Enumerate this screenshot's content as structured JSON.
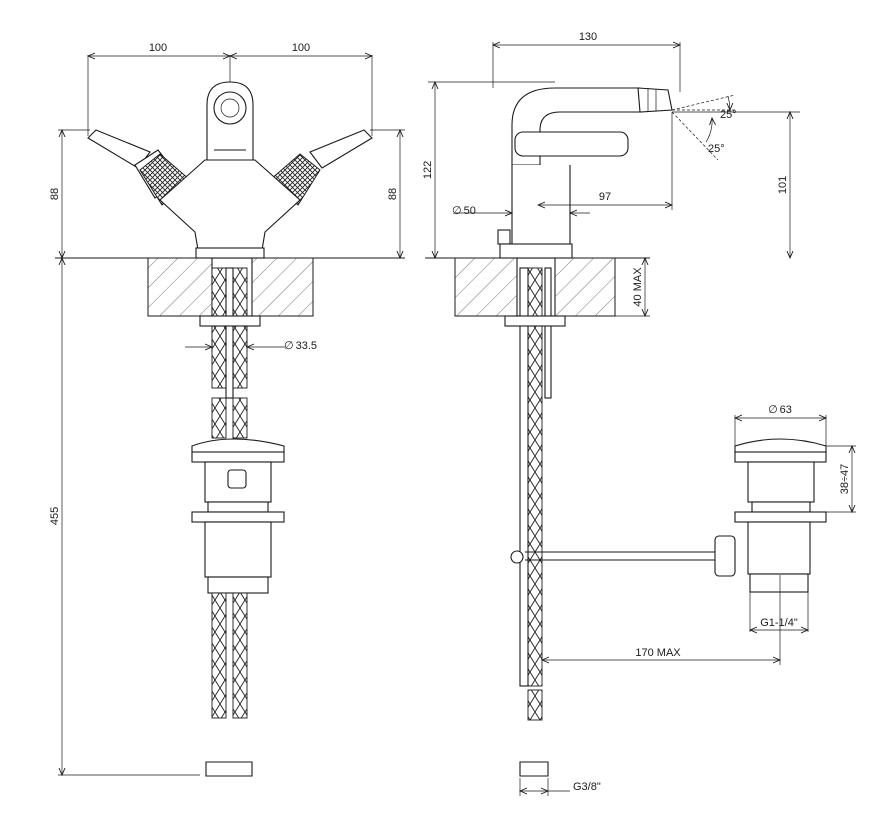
{
  "dimensions": {
    "width_left": "100",
    "width_right": "100",
    "height_left": "88",
    "height_right": "88",
    "dia_tail": "33.5",
    "total_length": "455",
    "reach": "130",
    "total_height": "122",
    "angle_up": "25°",
    "angle_down": "25°",
    "spout_height": "101",
    "base_dia": "50",
    "spout_reach": "97",
    "deck_max": "40 MAX",
    "waste_dia": "63",
    "waste_height": "38÷47",
    "waste_thread": "G1-1/4\"",
    "rod_length": "170 MAX",
    "hose_thread": "G3/8\""
  },
  "symbols": {
    "diameter": "∅"
  }
}
